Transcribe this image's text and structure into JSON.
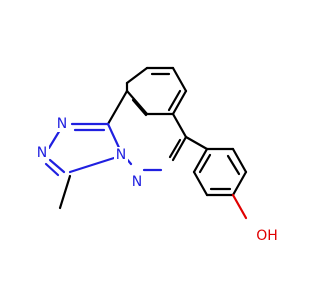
{
  "molecule": {
    "atoms": [
      {
        "id": "n1",
        "label": "N",
        "color": "#2020e0"
      },
      {
        "id": "n2",
        "label": "N",
        "color": "#2020e0"
      },
      {
        "id": "n3",
        "label": "N",
        "color": "#2020e0"
      },
      {
        "id": "n4",
        "label": "N",
        "color": "#2020e0"
      },
      {
        "id": "oh",
        "label": "OH",
        "color": "#e00000"
      }
    ]
  }
}
